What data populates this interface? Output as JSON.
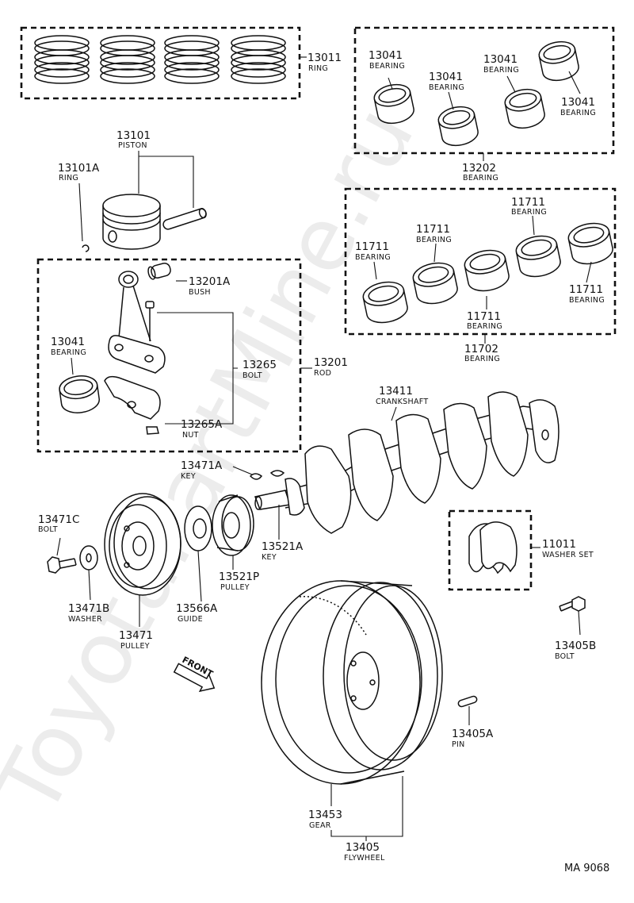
{
  "watermark": "ToyotaPartMine.ru",
  "diagram_ref": "MA 9068",
  "front_label": "FRONT",
  "parts": {
    "ring_set": {
      "number": "13011",
      "name": "RING"
    },
    "bearing_upper_a": {
      "number": "13041",
      "name": "BEARING"
    },
    "bearing_upper_b": {
      "number": "13041",
      "name": "BEARING"
    },
    "bearing_upper_c": {
      "number": "13041",
      "name": "BEARING"
    },
    "bearing_upper_d": {
      "number": "13041",
      "name": "BEARING"
    },
    "bearing_set_upper": {
      "number": "13202",
      "name": "BEARING"
    },
    "piston": {
      "number": "13101",
      "name": "PISTON"
    },
    "piston_ring": {
      "number": "13101A",
      "name": "RING"
    },
    "main_bearing_a": {
      "number": "11711",
      "name": "BEARING"
    },
    "main_bearing_b": {
      "number": "11711",
      "name": "BEARING"
    },
    "main_bearing_c": {
      "number": "11711",
      "name": "BEARING"
    },
    "main_bearing_d": {
      "number": "11711",
      "name": "BEARING"
    },
    "main_bearing_e": {
      "number": "11711",
      "name": "BEARING"
    },
    "main_bearing_set": {
      "number": "11702",
      "name": "BEARING"
    },
    "bush": {
      "number": "13201A",
      "name": "BUSH"
    },
    "rod_bearing": {
      "number": "13041",
      "name": "BEARING"
    },
    "rod_bolt": {
      "number": "13265",
      "name": "BOLT"
    },
    "rod": {
      "number": "13201",
      "name": "ROD"
    },
    "rod_nut": {
      "number": "13265A",
      "name": "NUT"
    },
    "crankshaft": {
      "number": "13411",
      "name": "CRANKSHAFT"
    },
    "key_a": {
      "number": "13471A",
      "name": "KEY"
    },
    "pulley_bolt": {
      "number": "13471C",
      "name": "BOLT"
    },
    "crank_key": {
      "number": "13521A",
      "name": "KEY"
    },
    "washer_set": {
      "number": "11011",
      "name": "WASHER SET"
    },
    "timing_pulley": {
      "number": "13521P",
      "name": "PULLEY"
    },
    "washer": {
      "number": "13471B",
      "name": "WASHER"
    },
    "guide": {
      "number": "13566A",
      "name": "GUIDE"
    },
    "crank_pulley": {
      "number": "13471",
      "name": "PULLEY"
    },
    "flywheel_bolt": {
      "number": "13405B",
      "name": "BOLT"
    },
    "pin": {
      "number": "13405A",
      "name": "PIN"
    },
    "ring_gear": {
      "number": "13453",
      "name": "GEAR"
    },
    "flywheel": {
      "number": "13405",
      "name": "FLYWHEEL"
    }
  }
}
